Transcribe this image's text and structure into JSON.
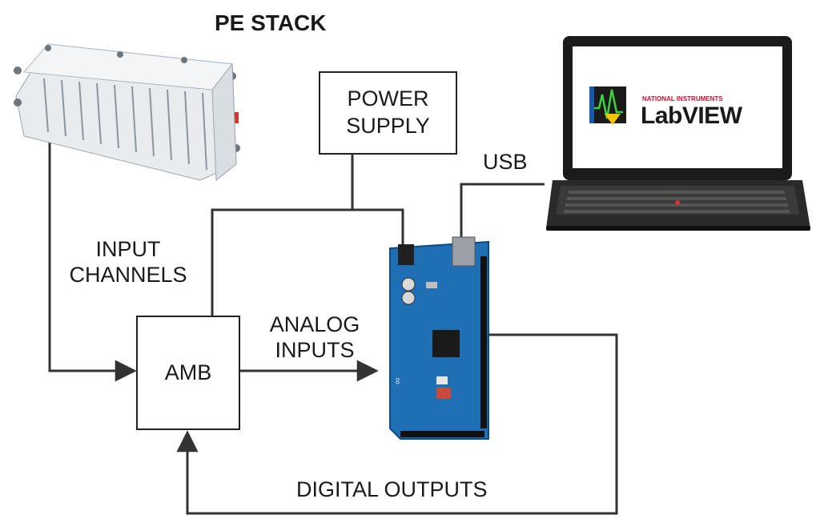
{
  "labels": {
    "pe_stack": "PE STACK",
    "usb": "USB",
    "input_channels_line1": "INPUT",
    "input_channels_line2": "CHANNELS",
    "analog_inputs_line1": "ANALOG",
    "analog_inputs_line2": "INPUTS",
    "digital_outputs": "DIGITAL OUTPUTS"
  },
  "boxes": {
    "power_supply_line1": "POWER",
    "power_supply_line2": "SUPPLY",
    "amb": "AMB"
  },
  "laptop": {
    "logo_maker": "NATIONAL INSTRUMENTS",
    "logo_product": "LabVIEW"
  },
  "colors": {
    "line": "#333333",
    "board": "#1f6fb5",
    "screen_bezel": "#1b1b1b",
    "logo_red": "#c8102e"
  }
}
